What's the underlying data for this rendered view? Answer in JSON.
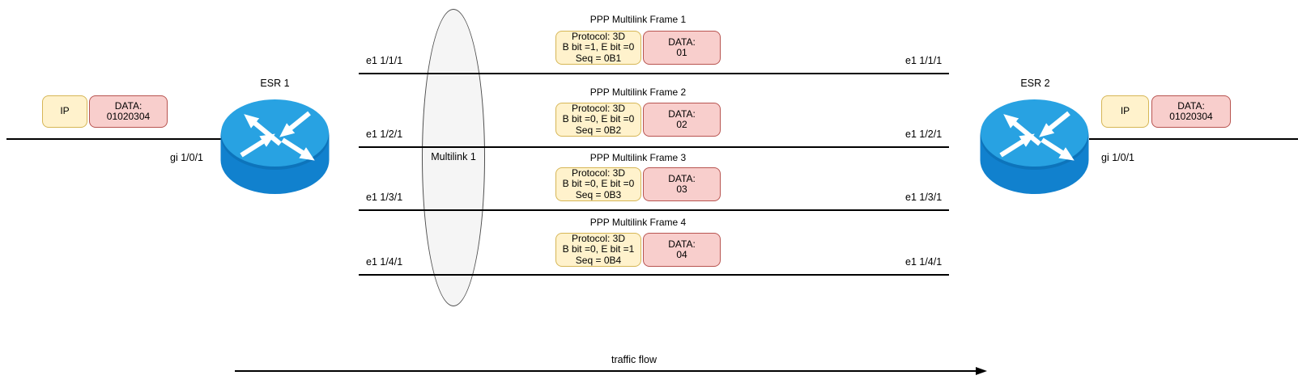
{
  "colors": {
    "yellow-fill": "#FFF2CC",
    "yellow-stroke": "#D6B656",
    "pink-fill": "#F8CECC",
    "pink-stroke": "#B85450",
    "ellipse-fill": "#F5F5F5",
    "ellipse-stroke": "#4D4D4D",
    "router-top": "#28A2E2",
    "router-rim": "#0D74BB",
    "router-body": "#1181CE"
  },
  "routers": {
    "left_label": "ESR 1",
    "right_label": "ESR 2",
    "left_interface": "gi 1/0/1",
    "right_interface": "gi 1/0/1"
  },
  "left_packet": {
    "header": "IP",
    "data_label": "DATA:",
    "data_value": "01020304"
  },
  "right_packet": {
    "header": "IP",
    "data_label": "DATA:",
    "data_value": "01020304"
  },
  "multilink": {
    "label": "Multilink 1"
  },
  "frames": [
    {
      "title": "PPP Multilink Frame 1",
      "protocol": "Protocol: 3D",
      "bits": "B bit =1, E bit =0",
      "seq": "Seq = 0B1",
      "data_label": "DATA:",
      "data_value": "01",
      "left_port": "e1 1/1/1",
      "right_port": "e1 1/1/1"
    },
    {
      "title": "PPP Multilink Frame 2",
      "protocol": "Protocol: 3D",
      "bits": "B bit =0, E bit =0",
      "seq": "Seq = 0B2",
      "data_label": "DATA:",
      "data_value": "02",
      "left_port": "e1 1/2/1",
      "right_port": "e1 1/2/1"
    },
    {
      "title": "PPP Multilink Frame 3",
      "protocol": "Protocol: 3D",
      "bits": "B bit =0, E bit =0",
      "seq": "Seq = 0B3",
      "data_label": "DATA:",
      "data_value": "03",
      "left_port": "e1 1/3/1",
      "right_port": "e1 1/3/1"
    },
    {
      "title": "PPP Multilink Frame 4",
      "protocol": "Protocol: 3D",
      "bits": "B bit =0, E bit =1",
      "seq": "Seq = 0B4",
      "data_label": "DATA:",
      "data_value": "04",
      "left_port": "e1 1/4/1",
      "right_port": "e1 1/4/1"
    }
  ],
  "traffic_flow_label": "traffic flow"
}
